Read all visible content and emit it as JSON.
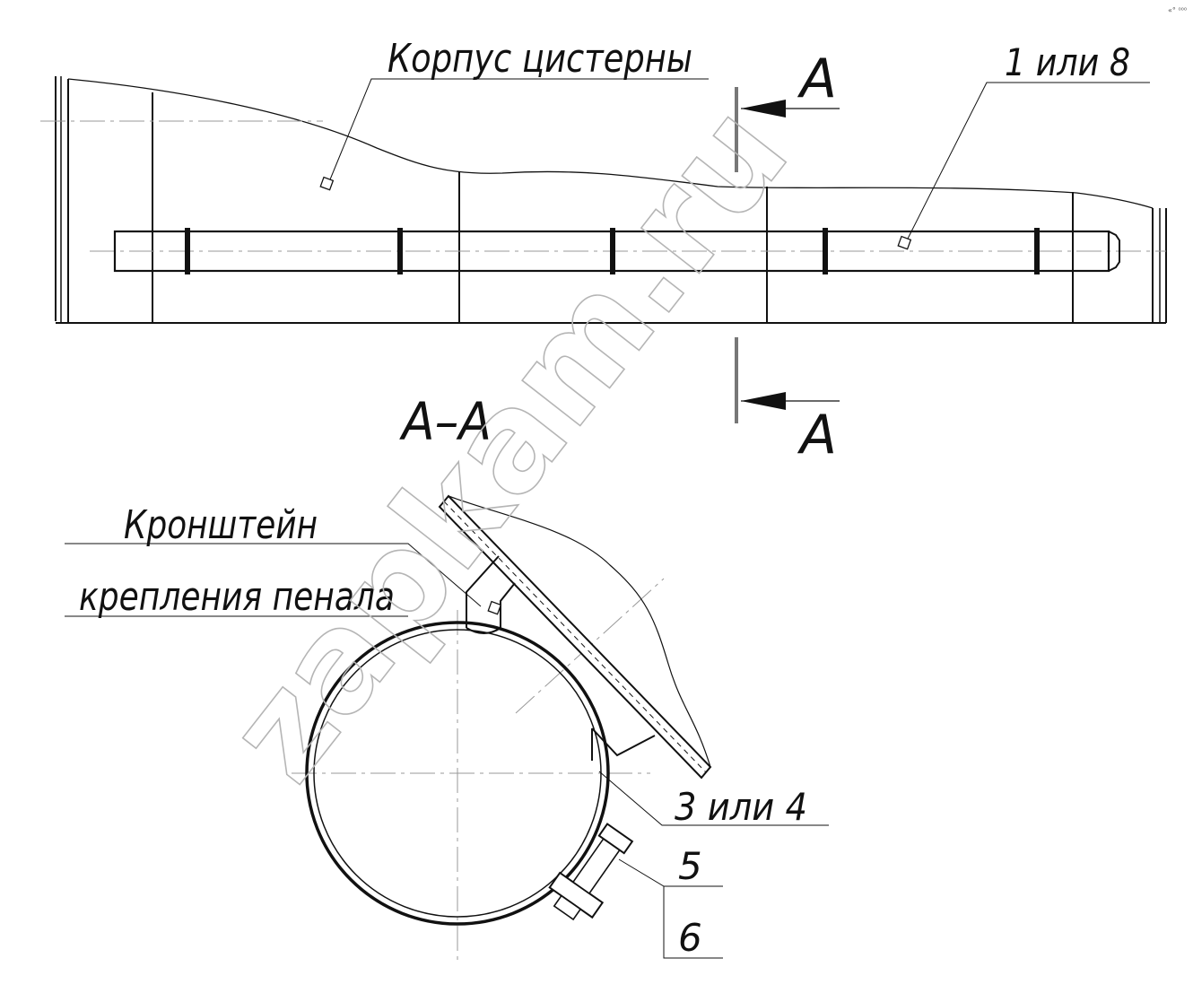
{
  "labels": {
    "tank_body": "Корпус цистерны",
    "part_1_or_8": "1 или 8",
    "section_mark_top": "А",
    "section_mark_bottom": "А",
    "section_title": "А–А",
    "bracket_line1": "Кронштейн",
    "bracket_line2": "крепления пенала",
    "part_3_or_4": "3 или 4",
    "part_5": "5",
    "part_6": "6"
  },
  "watermark": "zapkam.ru",
  "corner_mark": "«° ⁰⁰⁰"
}
